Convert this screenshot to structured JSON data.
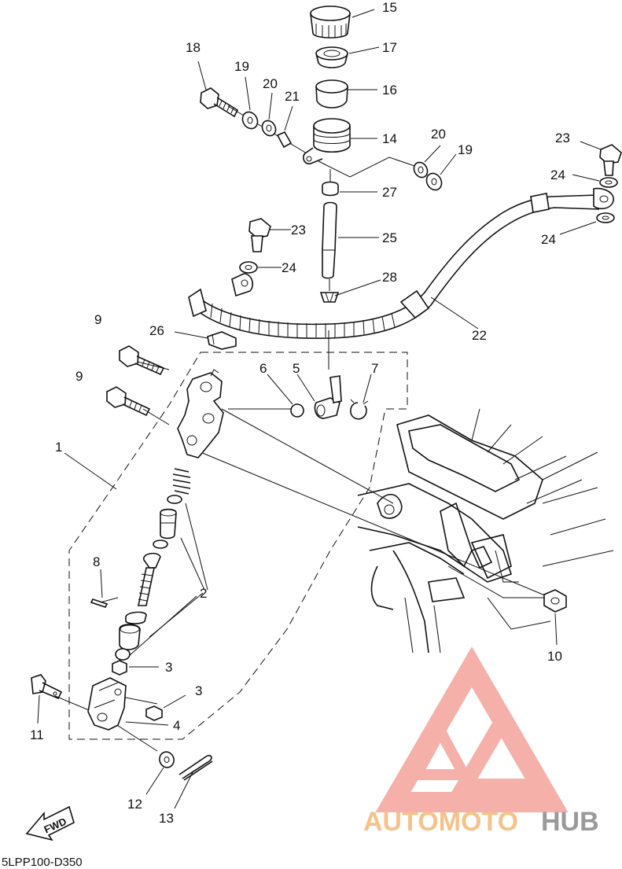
{
  "diagram": {
    "reference_code": "5LPP100-D350",
    "fwd_label": "FWD",
    "callouts": {
      "c1": "1",
      "c2": "2",
      "c3a": "3",
      "c3b": "3",
      "c4": "4",
      "c5": "5",
      "c6": "6",
      "c7": "7",
      "c8": "8",
      "c9a": "9",
      "c9b": "9",
      "c10": "10",
      "c11": "11",
      "c12": "12",
      "c13": "13",
      "c14": "14",
      "c15": "15",
      "c16": "16",
      "c17": "17",
      "c18": "18",
      "c19a": "19",
      "c19b": "19",
      "c20a": "20",
      "c20b": "20",
      "c21": "21",
      "c22": "22",
      "c23a": "23",
      "c23b": "23",
      "c24a": "24",
      "c24b": "24",
      "c24c": "24",
      "c25": "25",
      "c26": "26",
      "c27": "27",
      "c28": "28"
    }
  },
  "watermark": {
    "brand_part1": "AUTOMOTO",
    "brand_part2": "HUB",
    "color_light": "#f9b3ad",
    "color_orange": "#f5c28a",
    "color_gray": "#9a9a9a"
  }
}
